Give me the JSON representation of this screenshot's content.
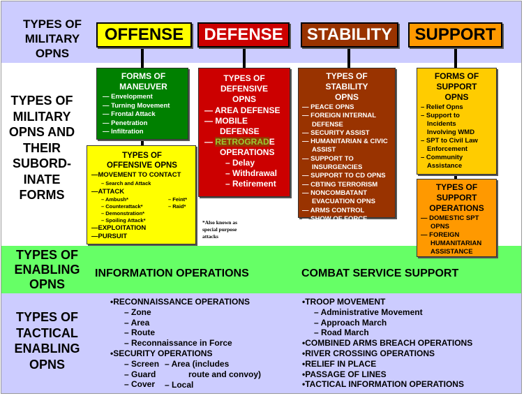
{
  "rows": {
    "top": "TYPES OF MILITARY OPNS",
    "middle": "TYPES OF MILITARY OPNS AND THEIR SUBORD-INATE FORMS",
    "enabling": "TYPES OF ENABLING OPNS",
    "tactical": "TYPES OF TACTICAL ENABLING OPNS"
  },
  "headers": {
    "offense": "OFFENSE",
    "defense": "DEFENSE",
    "stability": "STABILITY",
    "support": "SUPPORT"
  },
  "colors": {
    "offense": "#ffff00",
    "defense": "#cc0000",
    "stability": "#993300",
    "support": "#ff9900",
    "maneuver": "#008000",
    "support_forms": "#ffcc00",
    "band_top": "#ccccff",
    "band_green": "#66ff66"
  },
  "maneuver": {
    "title": "FORMS OF MANEUVER",
    "items": [
      "— Envelopment",
      "— Turning Movement",
      "— Frontal Attack",
      "— Penetration",
      "— Infiltration"
    ]
  },
  "offensive": {
    "title": "TYPES OF OFFENSIVE OPNS",
    "mtc": "—MOVEMENT TO CONTACT",
    "mtc_sub": "– Search and Attack",
    "attack": "—ATTACK",
    "attack_left": [
      "– Ambush*",
      "– Counterattack*",
      "– Demonstration*",
      "– Spoiling Attack*"
    ],
    "attack_right": [
      "– Feint*",
      "– Raid*"
    ],
    "exploitation": "—EXPLOITATION",
    "pursuit": "—PURSUIT"
  },
  "footnote": "*Also known as special purpose attacks",
  "defensive": {
    "title": "TYPES OF DEFENSIVE OPNS",
    "area": "— AREA DEFENSE",
    "mobile": "— MOBILE DEFENSE",
    "retro_dash": "— ",
    "retro_hl": "RETROGRAD",
    "retro_rest": "E OPERATIONS",
    "subs": [
      "– Delay",
      "– Withdrawal",
      "– Retirement"
    ]
  },
  "stability": {
    "title": "TYPES OF STABILITY OPNS",
    "items": [
      "— PEACE OPNS",
      "— FOREIGN INTERNAL DEFENSE",
      "— SECURITY ASSIST",
      "— HUMANITARIAN & CIVIC ASSIST",
      "— SUPPORT TO INSURGENCIES",
      "— SUPPORT TO CD OPNS",
      "— CBTING TERRORISM",
      "— NONCOMBATANT EVACUATION OPNS",
      "— ARMS CONTROL",
      "— SHOW OF FORCE"
    ]
  },
  "support_forms": {
    "title": "FORMS OF SUPPORT OPNS",
    "items": [
      "– Relief Opns",
      "– Support to Incidents Involving WMD",
      "– SPT to Civil Law Enforcement",
      "– Community Assistance"
    ]
  },
  "support_types": {
    "title": "TYPES OF SUPPORT OPERATIONS",
    "items": [
      "— DOMESTIC SPT OPNS",
      "— FOREIGN HUMANITARIAN ASSISTANCE"
    ]
  },
  "enabling": {
    "info": "INFORMATION OPERATIONS",
    "css": "COMBAT SERVICE SUPPORT"
  },
  "tactical": {
    "left": [
      "•RECONNAISSANCE OPERATIONS",
      "– Zone",
      "– Area",
      "– Route",
      "– Reconnaissance in Force",
      "•SECURITY OPERATIONS",
      "– Screen",
      "– Guard",
      "– Cover"
    ],
    "left_extra": [
      "– Area (includes",
      "route and convoy)",
      "– Local"
    ],
    "right": [
      "•TROOP MOVEMENT",
      "– Administrative Movement",
      "– Approach March",
      "– Road March",
      "•COMBINED ARMS BREACH OPERATIONS",
      "•RIVER CROSSING OPERATIONS",
      "•RELIEF IN PLACE",
      "•PASSAGE OF LINES",
      "•TACTICAL INFORMATION OPERATIONS"
    ]
  }
}
